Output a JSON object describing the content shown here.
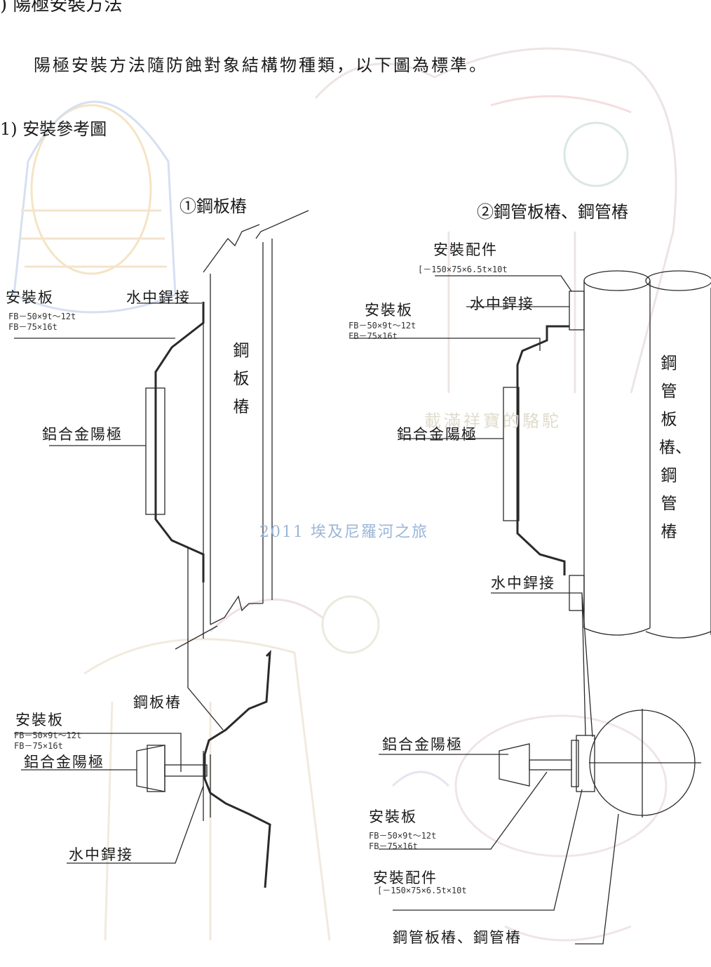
{
  "heading": ") 陽極安裝方法",
  "intro": "陽極安裝方法隨防蝕對象結構物種類，以下圖為標準。",
  "subheading": "1) 安裝參考圖",
  "watermarks": {
    "center": "2011 埃及尼羅河之旅",
    "faint": "載滿祥寶的駱駝"
  },
  "fig1": {
    "title": "①鋼板樁",
    "pile_vertical": "鋼板樁",
    "plate_label": "安裝板",
    "plate_spec_1": "FB－50×9t～12t",
    "plate_spec_2": "FB－75×16t",
    "weld_label": "水中銲接",
    "anode_label": "鋁合金陽極"
  },
  "fig2": {
    "title": "②鋼管板樁、鋼管樁",
    "fitting_label": "安裝配件",
    "fitting_spec": "[－150×75×6.5t×10t",
    "plate_label": "安裝板",
    "plate_spec_1": "FB－50×9t～12t",
    "plate_spec_2": "FB－75×16t",
    "weld_label": "水中銲接",
    "anode_label": "鋁合金陽極",
    "pile_vertical": "鋼管板樁、鋼管樁"
  },
  "fig3": {
    "plate_label": "安裝板",
    "plate_spec_1": "FB－50×9t～12t",
    "plate_spec_2": "FB－75×16t",
    "pile_label": "鋼板樁",
    "anode_label": "鋁合金陽極",
    "weld_label": "水中銲接"
  },
  "fig4": {
    "weld_label": "水中銲接",
    "anode_label": "鋁合金陽極",
    "plate_label": "安裝板",
    "plate_spec_1": "FB－50×9t～12t",
    "plate_spec_2": "FB－75×16t",
    "fitting_label": "安裝配件",
    "fitting_spec": "[－150×75×6.5t×10t",
    "pile_label": "鋼管板樁、鋼管樁"
  }
}
